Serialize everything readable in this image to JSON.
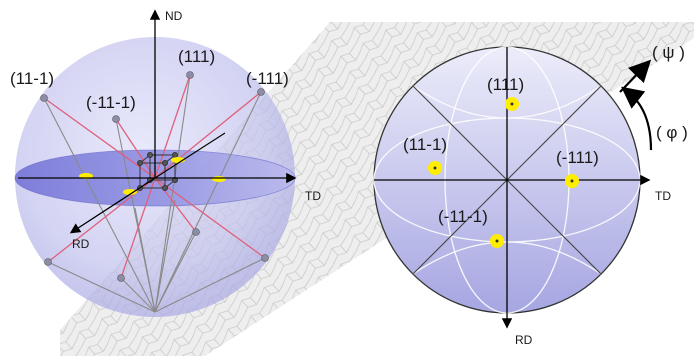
{
  "left_panel": {
    "axes": {
      "nd": "ND",
      "td": "TD",
      "rd": "RD"
    },
    "planes": [
      {
        "label": "(111)"
      },
      {
        "label": "(11-1)"
      },
      {
        "label": "(-11-1)"
      },
      {
        "label": "(-111)"
      }
    ]
  },
  "right_panel": {
    "axes": {
      "td": "TD",
      "rd": "RD"
    },
    "poles": [
      {
        "label": "(111)"
      },
      {
        "label": "(11-1)"
      },
      {
        "label": "(-111)"
      },
      {
        "label": "(-11-1)"
      }
    ],
    "rotations": {
      "psi": "( ψ )",
      "phi": "( φ )"
    }
  },
  "colors": {
    "sphere_fill": "#c9c9f2",
    "equator": "#7f7fdc",
    "pole_marker": "#ffee00",
    "pole_line": "#e0607a",
    "projection_line": "#8a8a8a",
    "grain_surface": "#e6e6e6"
  }
}
